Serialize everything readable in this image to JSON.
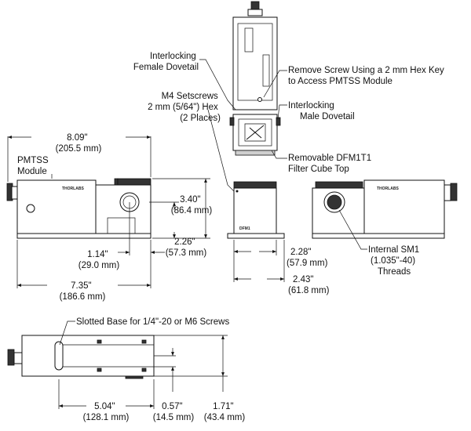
{
  "callouts": {
    "interlocking_female_dovetail": [
      "Interlocking",
      "Female Dovetail"
    ],
    "remove_screw": [
      "Remove Screw Using a 2 mm Hex Key",
      "to Access PMTSS Module"
    ],
    "m4_setscrews": [
      "M4 Setscrews",
      "2 mm (5/64\") Hex",
      "(2 Places)"
    ],
    "interlocking_male_dovetail": [
      "Interlocking",
      "Male Dovetail"
    ],
    "removable_cube_top": [
      "Removable DFM1T1",
      "Filter Cube Top"
    ],
    "pmtss_module": [
      "PMTSS",
      "Module"
    ],
    "internal_sm1": [
      "Internal SM1",
      "(1.035\"-40)",
      "Threads"
    ],
    "slotted_base": "Slotted Base for 1/4\"-20 or M6 Screws"
  },
  "dimensions": {
    "overall_length": [
      "8.09\"",
      "(205.5 mm)"
    ],
    "height_top": [
      "3.40\"",
      "(86.4 mm)"
    ],
    "height_axis": [
      "2.26\"",
      "(57.3 mm)"
    ],
    "axis_offset": [
      "1.14\"",
      "(29.0 mm)"
    ],
    "base_length": [
      "7.35\"",
      "(186.6 mm)"
    ],
    "cube_width": [
      "2.28\"",
      "(57.9 mm)"
    ],
    "base_width": [
      "2.43\"",
      "(61.8 mm)"
    ],
    "slot_position": [
      "5.04\"",
      "(128.1 mm)"
    ],
    "slot_offset": [
      "0.57\"",
      "(14.5 mm)"
    ],
    "base_depth": [
      "1.71\"",
      "(43.4 mm)"
    ]
  },
  "brand": "THORLABS"
}
